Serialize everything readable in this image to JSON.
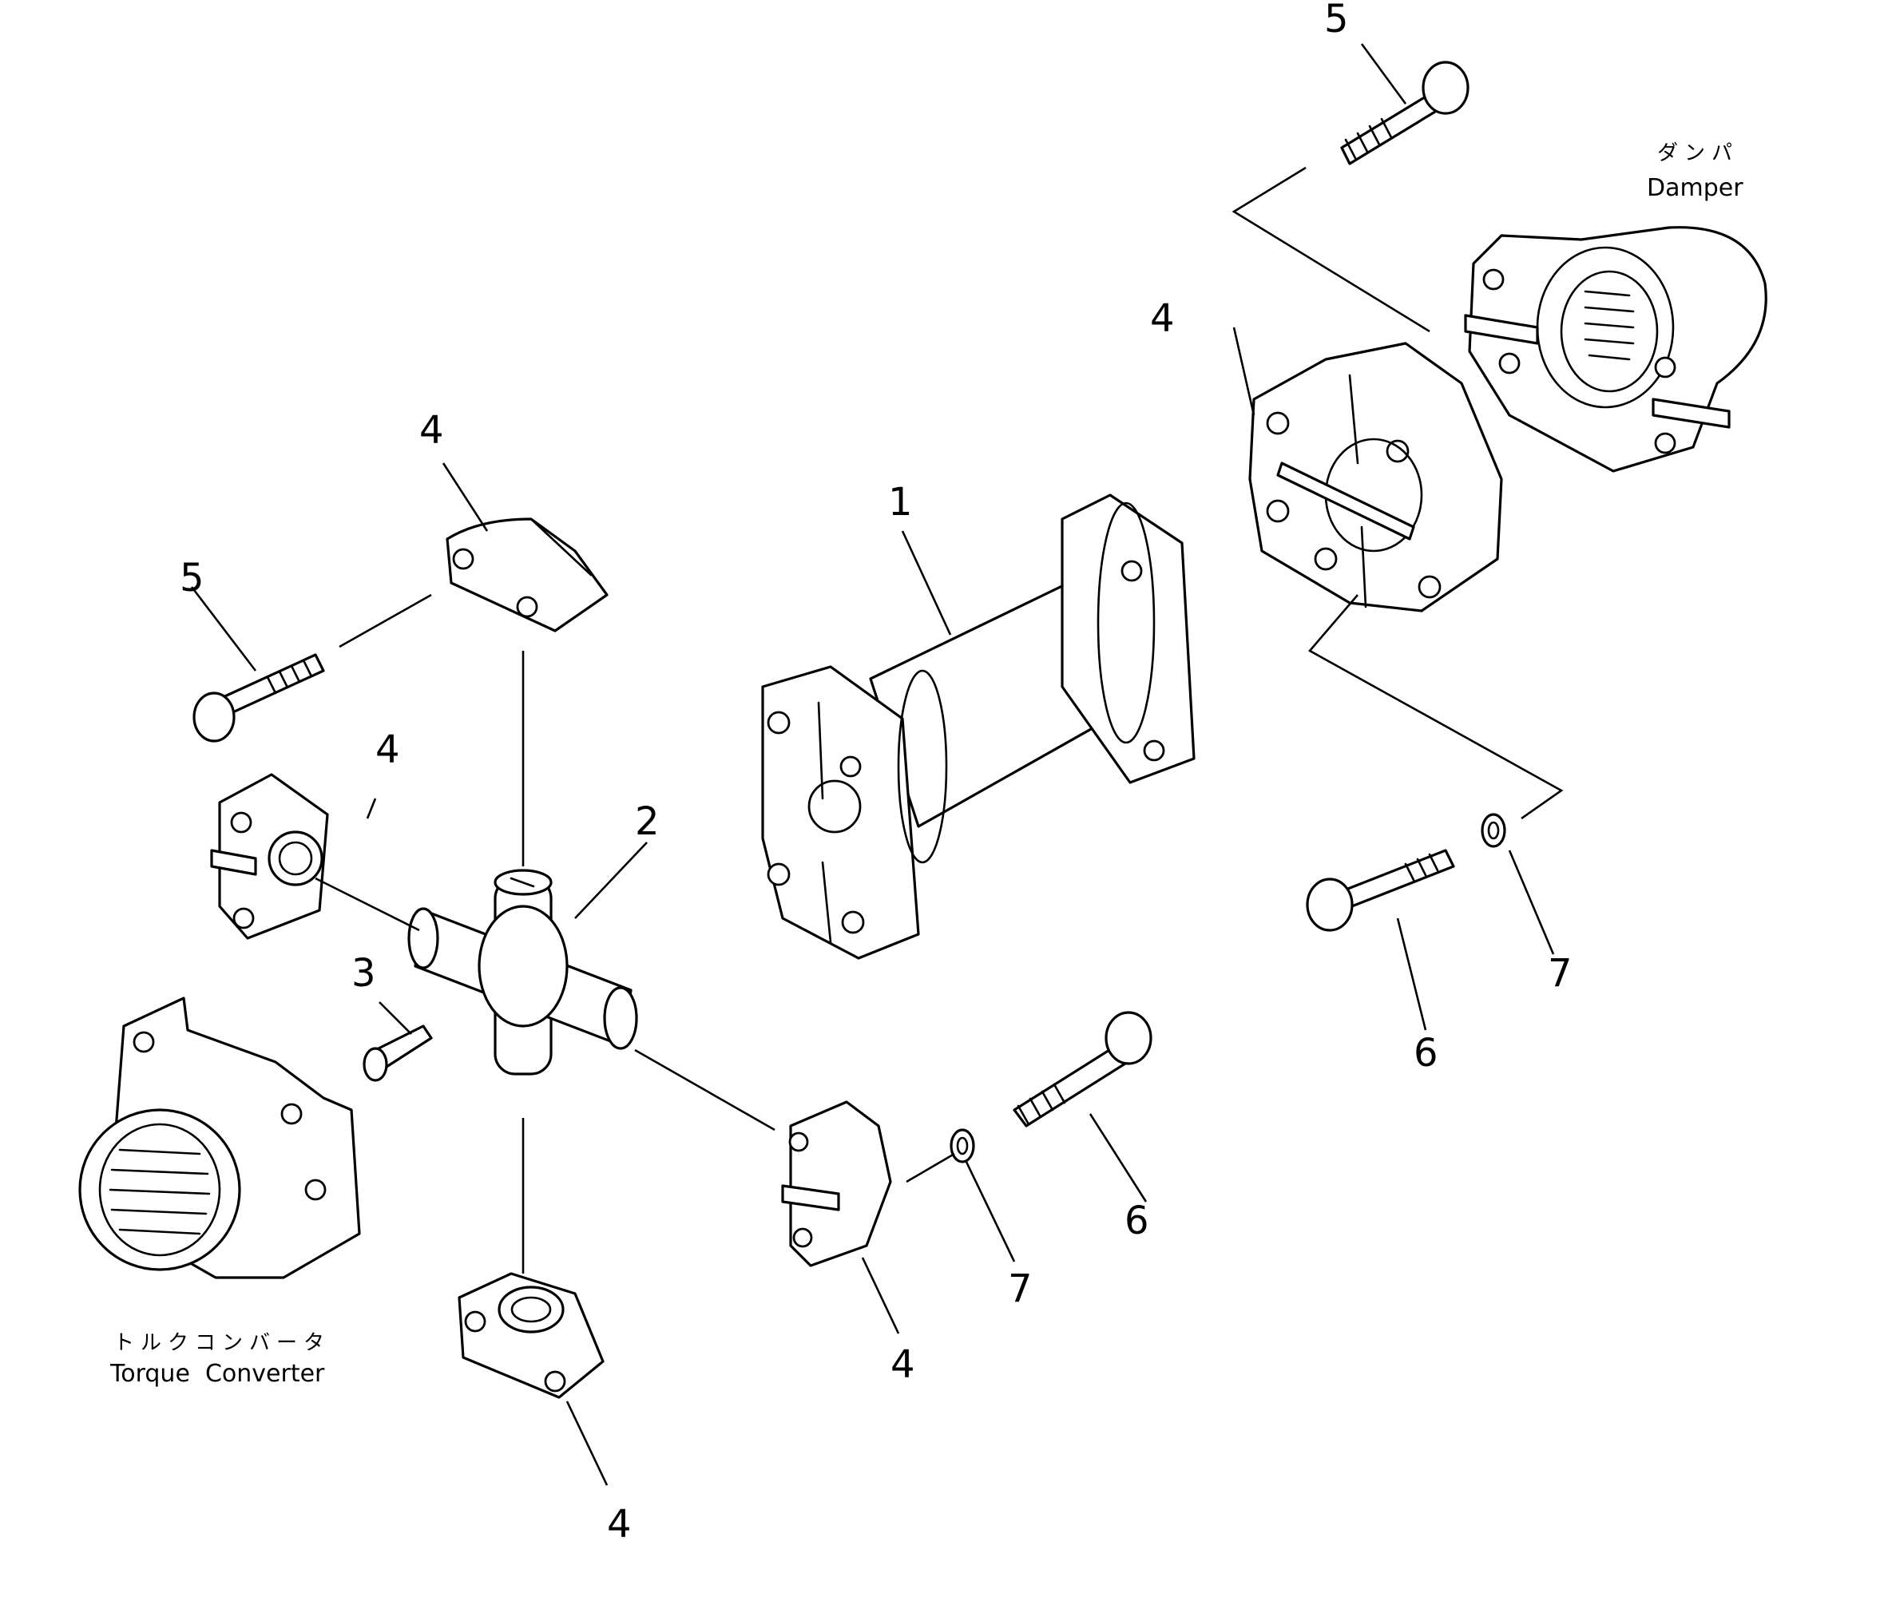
{
  "callouts": {
    "c1": "1",
    "c2": "2",
    "c3": "3",
    "c4a": "4",
    "c4b": "4",
    "c4c": "4",
    "c4d": "4",
    "c4e": "4",
    "c5a": "5",
    "c5b": "5",
    "c6a": "6",
    "c6b": "6",
    "c7a": "7",
    "c7b": "7"
  },
  "labels": {
    "damper_jp": "ダンパ",
    "damper_en": "Damper",
    "torque_converter_jp": "トルクコンバータ",
    "torque_converter_en": "Torque  Converter"
  }
}
